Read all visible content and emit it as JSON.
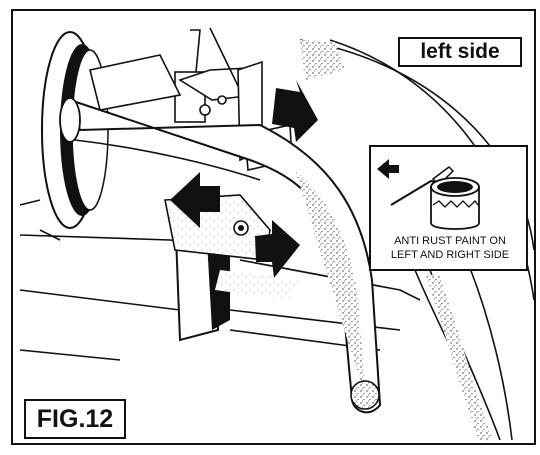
{
  "labels": {
    "side": "left side",
    "inset_line1": "ANTI RUST PAINT ON",
    "inset_line2": "LEFT AND RIGHT SIDE",
    "figure": "FIG.12"
  }
}
